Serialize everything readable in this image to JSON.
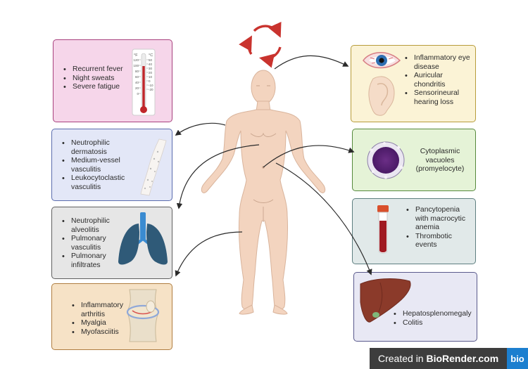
{
  "panels": {
    "constitutional": {
      "items": [
        "Recurrent fever",
        "Night sweats",
        "Severe fatigue"
      ]
    },
    "skin": {
      "items": [
        "Neutrophilic dermatosis",
        "Medium-vessel vasculitis",
        "Leukocytoclastic vasculitis"
      ]
    },
    "lung": {
      "items": [
        "Neutrophilic alveolitis",
        "Pulmonary vasculitis",
        "Pulmonary infiltrates"
      ]
    },
    "joint": {
      "items": [
        "Inflammatory arthritis",
        "Myalgia",
        "Myofasciitis"
      ]
    },
    "eye_ear": {
      "items": [
        "Inflammatory eye disease",
        "Auricular chondritis",
        "Sensorineural hearing loss"
      ]
    },
    "cell": {
      "caption": "Cytoplasmic vacuoles (promyelocyte)"
    },
    "blood": {
      "items": [
        "Pancytopenia with macrocytic anemia",
        "Thrombotic events"
      ]
    },
    "liver": {
      "items": [
        "Hepatosplenomegaly",
        "Colitis"
      ]
    }
  },
  "thermometer": {
    "f_label": "°F",
    "c_label": "°C",
    "f_ticks": [
      "120",
      "100",
      "80",
      "60",
      "40",
      "20",
      "0"
    ],
    "c_ticks": [
      "50",
      "40",
      "30",
      "20",
      "10",
      "0",
      "-10",
      "-20"
    ]
  },
  "brand": {
    "prefix": "Created in ",
    "name": "BioRender.com",
    "logo": "bio"
  },
  "colors": {
    "pink_bg": "#f6d6ea",
    "pink_border": "#a8417e",
    "blue_bg": "#e3e7f7",
    "blue_border": "#5a6cae",
    "gray_bg": "#e6e6e6",
    "gray_border": "#606060",
    "peach_bg": "#f6e2c6",
    "peach_border": "#b07d3f",
    "yellow_bg": "#fbf3d6",
    "yellow_border": "#b79c3b",
    "green_bg": "#e5f3d7",
    "green_border": "#56893c",
    "teal_bg": "#e1e9e9",
    "teal_border": "#5e7f80",
    "lilac_bg": "#e8e8f4",
    "lilac_border": "#5a5a8c"
  }
}
